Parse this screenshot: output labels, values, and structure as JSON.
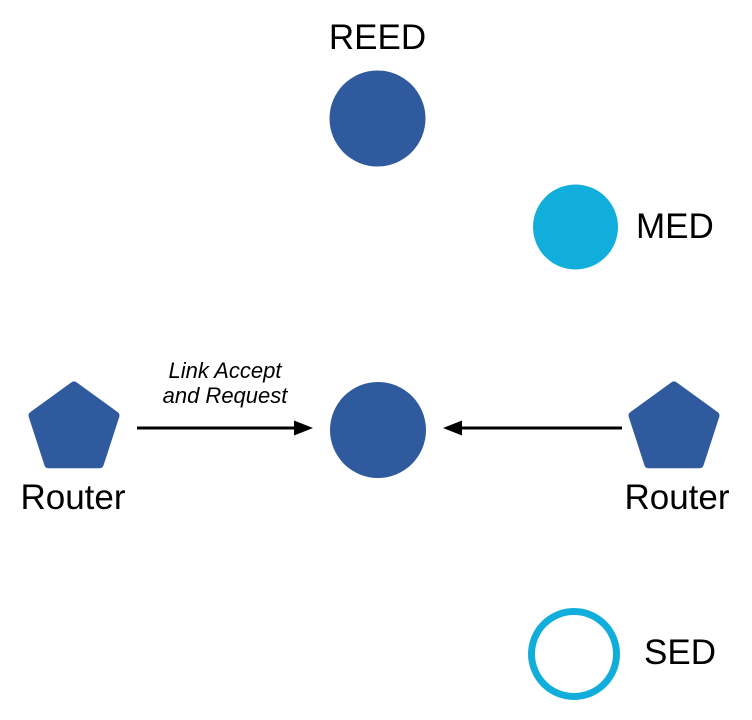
{
  "colors": {
    "dark_blue": "#2F5A9E",
    "cyan": "#12AEDB",
    "black": "#000000",
    "white": "#FFFFFF"
  },
  "nodes": {
    "reed": {
      "label": "REED",
      "shape": "circle",
      "style": "filled-dark-blue"
    },
    "med": {
      "label": "MED",
      "shape": "circle",
      "style": "filled-cyan"
    },
    "sed": {
      "label": "SED",
      "shape": "circle",
      "style": "outlined-cyan"
    },
    "central": {
      "label": "",
      "shape": "circle",
      "style": "filled-dark-blue"
    },
    "router_left": {
      "label": "Router",
      "shape": "pentagon",
      "style": "filled-dark-blue"
    },
    "router_right": {
      "label": "Router",
      "shape": "pentagon",
      "style": "filled-dark-blue"
    }
  },
  "edges": {
    "left_arrow": {
      "from": "router_left",
      "to": "central",
      "label_line1": "Link Accept",
      "label_line2": "and Request"
    },
    "right_arrow": {
      "from": "router_right",
      "to": "central",
      "label_line1": "",
      "label_line2": ""
    }
  }
}
